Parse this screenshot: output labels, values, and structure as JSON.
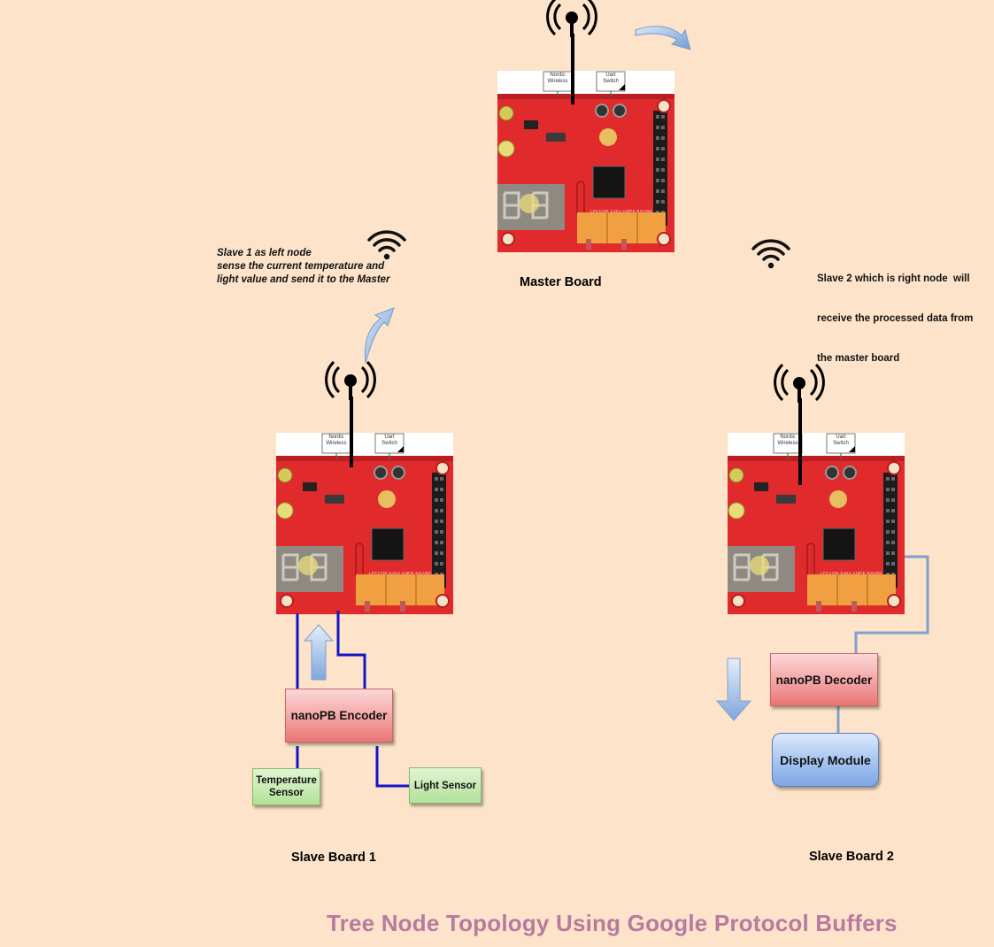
{
  "title": "Tree Node Topology Using Google Protocol Buffers",
  "captions": {
    "master": "Master Board",
    "slave1": "Slave Board 1",
    "slave2": "Slave Board 2"
  },
  "notes": {
    "slave1": [
      "Slave 1 as left node",
      "sense the current temperature and",
      "light value and send it to the Master"
    ],
    "slave2": [
      "Slave 2 which is right node  will",
      "receive the processed data from",
      "the master board"
    ]
  },
  "boxes": {
    "encoder": "nanoPB Encoder",
    "decoder": "nanoPB Decoder",
    "temperature": [
      "Temperature",
      "Sensor"
    ],
    "light": "Light Sensor",
    "display": "Display Module"
  },
  "board_labels": {
    "wireless": [
      "Nordic",
      "Wireless"
    ],
    "uart": [
      "Uart",
      "Switch"
    ],
    "board_text": "LPC1758 SJSU CMPE BOARD"
  },
  "icons": [
    "antenna-icon",
    "wifi-icon",
    "curved-arrow-icon",
    "block-arrow-icon"
  ],
  "colors": {
    "background": "#fde3c9",
    "board_red": "#e02a2c",
    "wire_blue": "#1515c8",
    "wire_light_blue": "#7fa1cf",
    "title": "#b77aa0"
  }
}
